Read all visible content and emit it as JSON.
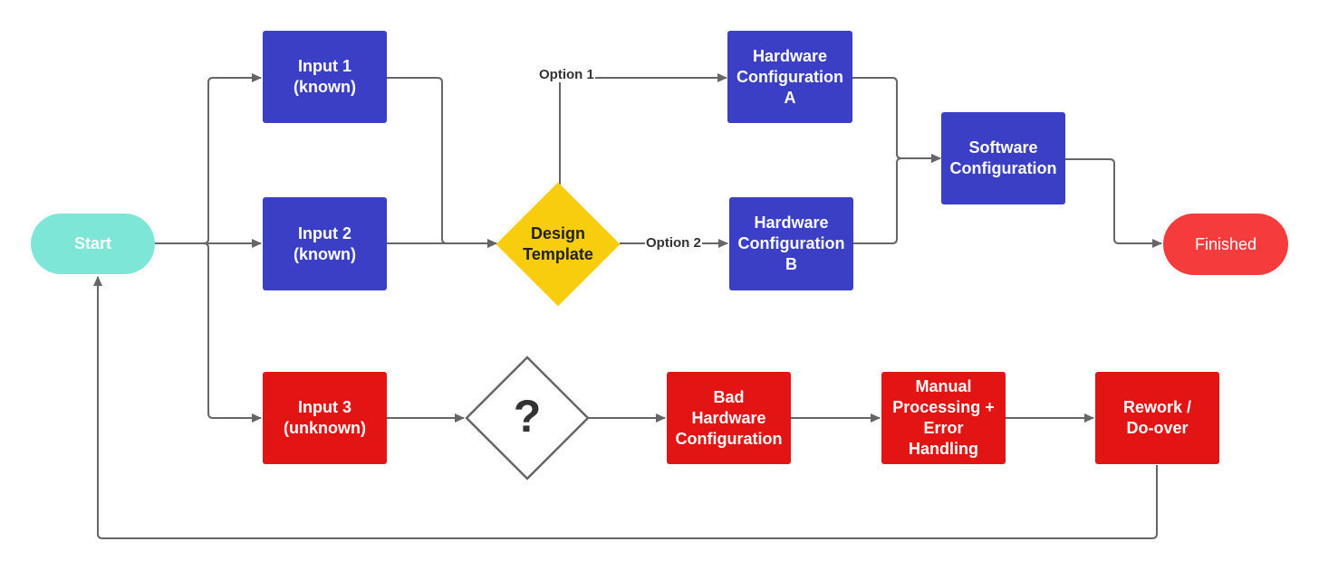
{
  "colors": {
    "blue": "#3a3fc6",
    "red": "#e31414",
    "start": "#7de6d6",
    "finished": "#f53b3b",
    "decision": "#f7cd0d",
    "connector": "#666666"
  },
  "nodes": {
    "start": "Start",
    "input1": "Input 1\n(known)",
    "input2": "Input 2\n(known)",
    "input3": "Input 3\n(unknown)",
    "design_template": "Design\nTemplate",
    "unknown_decision": "?",
    "hw_a": "Hardware\nConfiguration\nA",
    "hw_b": "Hardware\nConfiguration\nB",
    "software": "Software\nConfiguration",
    "finished": "Finished",
    "bad_hw": "Bad\nHardware\nConfiguration",
    "manual": "Manual\nProcessing +\nError\nHandling",
    "rework": "Rework /\nDo-over"
  },
  "edges": {
    "option1": "Option 1",
    "option2": "Option 2"
  }
}
